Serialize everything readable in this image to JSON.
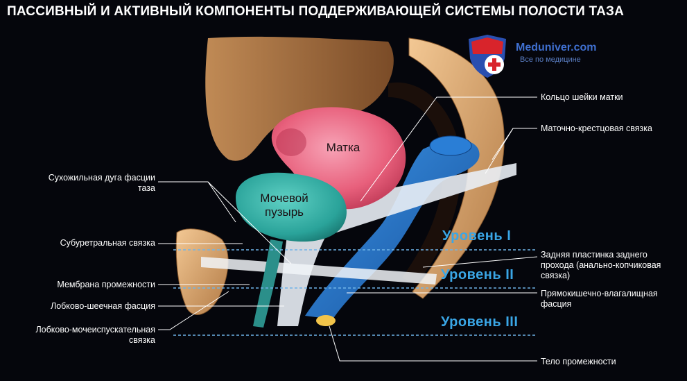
{
  "title": "ПАССИВНЫЙ И АКТИВНЫЙ КОМПОНЕНТЫ ПОДДЕРЖИВАЮЩЕЙ СИСТЕМЫ ПОЛОСТИ ТАЗА",
  "logo": {
    "name": "Meduniver.com",
    "tagline": "Все по медицине"
  },
  "organs": {
    "uterus": "Матка",
    "bladder_line1": "Мочевой",
    "bladder_line2": "пузырь"
  },
  "left_labels": {
    "arcus_line1": "Сухожильная дуга фасции",
    "arcus_line2": "таза",
    "suburethral": "Субуретральная связка",
    "perineal_membrane": "Мембрана промежности",
    "pubocervical": "Лобково-шеечная фасция",
    "pubourethral_line1": "Лобково-мочеиспускательная",
    "pubourethral_line2": "связка"
  },
  "right_labels": {
    "cervical_ring": "Кольцо шейки матки",
    "uterosacral": "Маточно-крестцовая связка",
    "posterior_plate_line1": "Задняя пластинка заднего",
    "posterior_plate_line2": "прохода (анально-копчиковая",
    "posterior_plate_line3": "связка)",
    "rectovaginal_line1": "Прямокишечно-влагалищная",
    "rectovaginal_line2": "фасция",
    "perineal_body": "Тело промежности"
  },
  "levels": {
    "level1": "Уровень I",
    "level2": "Уровень II",
    "level3": "Уровень III"
  },
  "colors": {
    "level_text": "#3aa6e6",
    "bladder": "#2aa39a",
    "uterus": "#e8607c",
    "rectum": "#1f6fc6",
    "bone": "#e8b37a"
  }
}
